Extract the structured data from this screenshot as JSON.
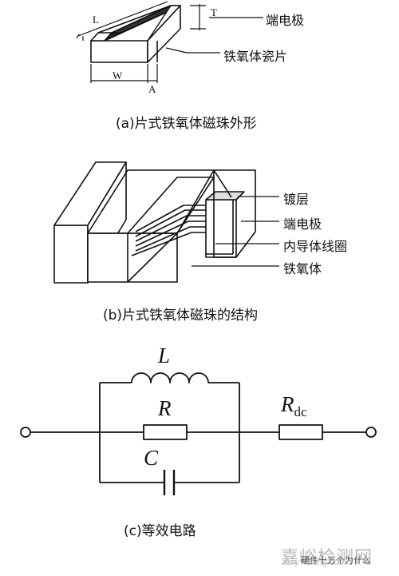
{
  "panel_a": {
    "caption": "(a)片式铁氧体磁珠外形",
    "labels": {
      "end_electrode": "端电极",
      "ferrite_ceramic": "铁氧体瓷片"
    },
    "dims": {
      "L": "L",
      "T": "T",
      "W": "W",
      "A": "A"
    }
  },
  "panel_b": {
    "caption": "(b)片式铁氧体磁珠的结构",
    "labels": {
      "plating": "镀层",
      "end_electrode": "端电极",
      "inner_coil": "内导体线圈",
      "ferrite": "铁氧体"
    }
  },
  "panel_c": {
    "caption": "(c)等效电路",
    "symbols": {
      "L": "L",
      "R": "R",
      "C": "C",
      "Rdc_main": "R",
      "Rdc_sub": "dc"
    }
  },
  "watermark": {
    "site": "嘉峪检测网",
    "account": "硬件十万个为什么",
    "faint": "AnyTesting.com"
  }
}
